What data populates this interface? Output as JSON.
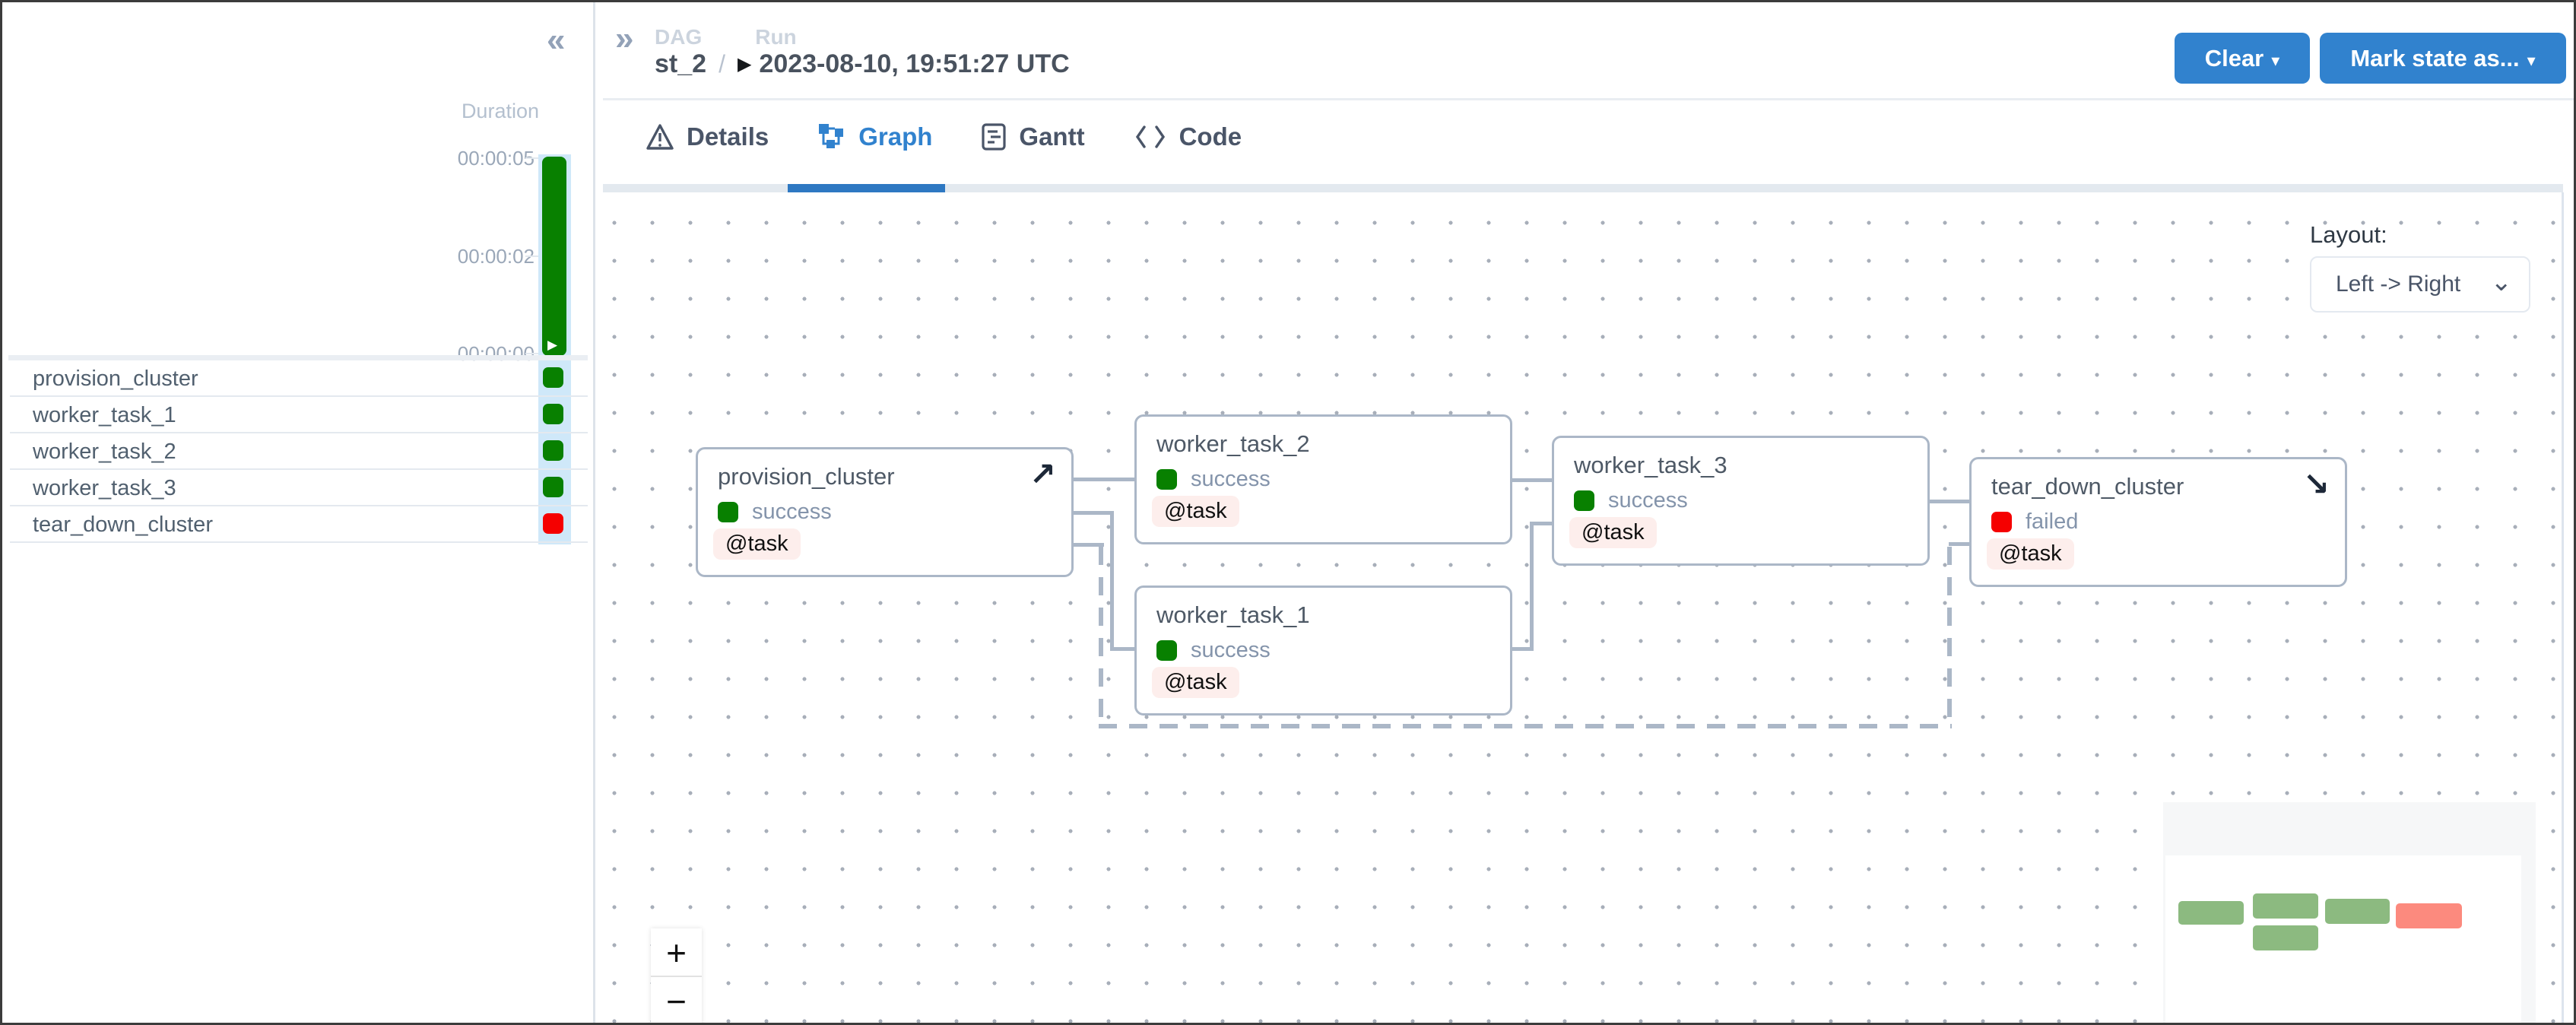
{
  "app": {
    "collapse_left_icon": "«",
    "collapse_right_icon": "»",
    "breadcrumb": {
      "dag": "DAG",
      "run": "Run"
    },
    "dag_id": "st_2",
    "slash": "/",
    "play_icon": "▶",
    "run_timestamp": "2023-08-10, 19:51:27 UTC",
    "clear_button": "Clear",
    "mark_state_button": "Mark state as...",
    "caret_icon": "▾"
  },
  "tabs": {
    "details": "Details",
    "graph": "Graph",
    "gantt": "Gantt",
    "code": "Code",
    "active_tab": "Graph"
  },
  "sidebar": {
    "duration_label": "Duration",
    "ticks": [
      "00:00:05",
      "00:00:02",
      "00:00:00"
    ],
    "play_icon": "▶",
    "tasks": [
      {
        "name": "provision_cluster",
        "status": "success"
      },
      {
        "name": "worker_task_1",
        "status": "success"
      },
      {
        "name": "worker_task_2",
        "status": "success"
      },
      {
        "name": "worker_task_3",
        "status": "success"
      },
      {
        "name": "tear_down_cluster",
        "status": "failed"
      }
    ]
  },
  "graph": {
    "layout_label": "Layout:",
    "layout_value": "Left -> Right",
    "layout_chevron": "⌄",
    "zoom_in": "+",
    "zoom_out": "−",
    "decorator": "@task",
    "nodes": [
      {
        "name": "provision_cluster",
        "status": "success",
        "decorator": "@task",
        "arrow": "↗"
      },
      {
        "name": "worker_task_2",
        "status": "success",
        "decorator": "@task",
        "arrow": ""
      },
      {
        "name": "worker_task_1",
        "status": "success",
        "decorator": "@task",
        "arrow": ""
      },
      {
        "name": "worker_task_3",
        "status": "success",
        "decorator": "@task",
        "arrow": ""
      },
      {
        "name": "tear_down_cluster",
        "status": "failed",
        "decorator": "@task",
        "arrow": "↘"
      }
    ]
  },
  "colors": {
    "accent_blue": "#3182ce",
    "success_green": "#088000",
    "failed_red": "#f50000",
    "node_border": "#abb7c7",
    "edge": "#abb7c7",
    "badge_bg": "#fdeeec",
    "sidebar_bar_bg": "#cfe8f9",
    "minimap_green": "#8cba80",
    "minimap_red": "#fc8a7e"
  }
}
